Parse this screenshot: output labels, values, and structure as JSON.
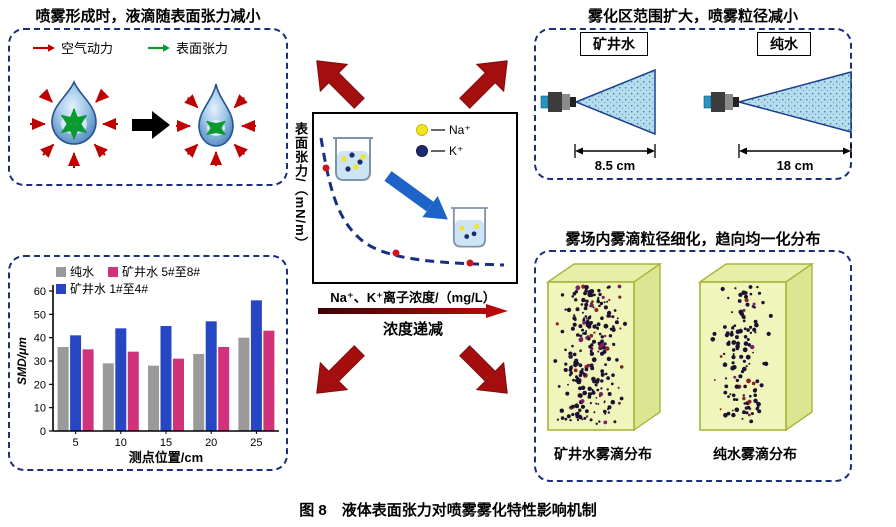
{
  "caption": "图 8　液体表面张力对喷雾雾化特性影响机制",
  "panels": {
    "top_left": {
      "title": "喷雾形成时，液滴随表面张力减小",
      "legend": [
        {
          "label": "空气动力",
          "color": "#c00000"
        },
        {
          "label": "表面张力",
          "color": "#0a9a2f"
        }
      ]
    },
    "top_right": {
      "title": "雾化区范围扩大，喷雾粒径减小",
      "sprays": [
        {
          "label": "矿井水",
          "distance": "8.5 cm"
        },
        {
          "label": "纯水",
          "distance": "18 cm"
        }
      ]
    },
    "bottom_right": {
      "title": "雾场内雾滴粒径细化，趋向均一化分布",
      "boxes": [
        {
          "label": "矿井水雾滴分布",
          "dots": 270
        },
        {
          "label": "纯水雾滴分布",
          "dots": 130
        }
      ]
    }
  },
  "center": {
    "y_axis": "表面张力/（mN/m）",
    "x_axis": "Na⁺、K⁺离子浓度/（mg/L）",
    "flow_label": "浓度递减",
    "legend": [
      {
        "label": "Na⁺",
        "color": "#f2e41f"
      },
      {
        "label": "K⁺",
        "color": "#1b2a72"
      }
    ]
  },
  "chart_data": [
    {
      "type": "line",
      "title": "",
      "xlabel": "Na⁺、K⁺离子浓度/（mg/L）",
      "ylabel": "表面张力/（mN/m）",
      "style": "dashed decay curve, no numeric axis ticks",
      "x_norm": [
        0,
        0.05,
        0.12,
        0.25,
        0.45,
        0.7,
        1.0
      ],
      "y_norm": [
        0.95,
        0.72,
        0.48,
        0.28,
        0.18,
        0.13,
        0.1
      ],
      "marker_points_norm": [
        [
          0.05,
          0.68
        ],
        [
          0.41,
          0.17
        ],
        [
          0.78,
          0.11
        ]
      ],
      "marker_color": "#cf1322",
      "legend": [
        {
          "label": "Na⁺",
          "color": "#f2e41f"
        },
        {
          "label": "K⁺",
          "color": "#1b2a72"
        }
      ],
      "annotations": [
        "浓度递减"
      ]
    },
    {
      "type": "bar",
      "title": "",
      "categories": [
        "5",
        "10",
        "15",
        "20",
        "25"
      ],
      "series": [
        {
          "name": "纯水",
          "color": "#9a9a9a",
          "values": [
            36,
            29,
            28,
            33,
            40
          ]
        },
        {
          "name": "矿井水 1#至4#",
          "color": "#2746c4",
          "values": [
            41,
            44,
            45,
            47,
            56
          ]
        },
        {
          "name": "矿井水 5#至8#",
          "color": "#d0337a",
          "values": [
            35,
            34,
            31,
            36,
            43
          ]
        }
      ],
      "xlabel": "测点位置/cm",
      "ylabel": "SMD/μm",
      "ylim": [
        0,
        60
      ],
      "yticks": [
        0,
        10,
        20,
        30,
        40,
        50,
        60
      ],
      "grid": false,
      "legend_position": "top-left inside"
    }
  ]
}
